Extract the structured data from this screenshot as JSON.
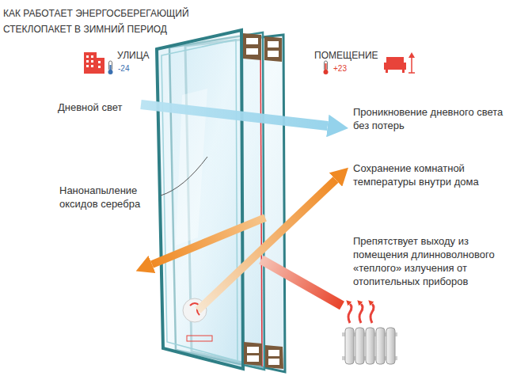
{
  "diagram": {
    "title": "КАК РАБОТАЕТ ЭНЕРГОСБЕРЕГАЮЩИЙ СТЕКЛОПАКЕТ В ЗИМНИЙ ПЕРИОД",
    "labels": [
      "УЛИЦА",
      "-24",
      "ПОМЕЩЕНИЕ",
      "+23",
      "Дневной свет",
      "Нанонапыление оксидов серебра",
      "Проникновение дневного света без потерь",
      "Сохранение комнатной температуры внутри дома",
      "Препятствует выходу из помещения длинноволнового «теплого» излучения от отопительных приборов"
    ]
  }
}
